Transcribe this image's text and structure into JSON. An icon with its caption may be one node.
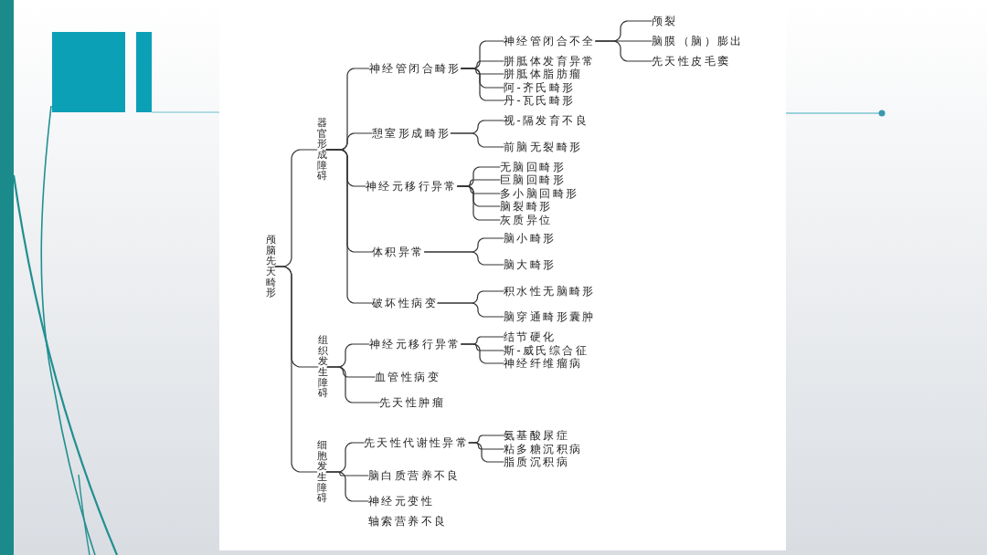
{
  "diagram": {
    "nodes": [
      {
        "text": [
          "颅脑先天畸形"
        ]
      },
      {
        "text": [
          "器官形成障碍"
        ]
      },
      {
        "text": [
          "神经管闭合畸形"
        ]
      },
      {
        "text": [
          "神经管闭合不全"
        ]
      },
      {
        "text": [
          "颅裂"
        ]
      },
      {
        "text": [
          "脑膜（脑）膨出"
        ]
      },
      {
        "text": [
          "先天性皮毛窦"
        ]
      },
      {
        "text": [
          "胼胝体发育异常"
        ]
      },
      {
        "text": [
          "胼胝体脂肪瘤"
        ]
      },
      {
        "text": [
          "阿-齐氏畸形"
        ]
      },
      {
        "text": [
          "丹-瓦氏畸形"
        ]
      },
      {
        "text": [
          "憩室形成畸形"
        ]
      },
      {
        "text": [
          "视-隔发育不良"
        ]
      },
      {
        "text": [
          "前脑无裂畸形"
        ]
      },
      {
        "text": [
          "神经元移行异常"
        ]
      },
      {
        "text": [
          "无脑回畸形"
        ]
      },
      {
        "text": [
          "巨脑回畸形"
        ]
      },
      {
        "text": [
          "多小脑回畸形"
        ]
      },
      {
        "text": [
          "脑裂畸形"
        ]
      },
      {
        "text": [
          "灰质异位"
        ]
      },
      {
        "text": [
          "体积异常"
        ]
      },
      {
        "text": [
          "脑小畸形"
        ]
      },
      {
        "text": [
          "脑大畸形"
        ]
      },
      {
        "text": [
          "破坏性病变"
        ]
      },
      {
        "text": [
          "积水性无脑畸形"
        ]
      },
      {
        "text": [
          "脑穿通畸形囊肿"
        ]
      },
      {
        "text": [
          "组织发生障碍"
        ]
      },
      {
        "text": [
          "神经元移行异常"
        ]
      },
      {
        "text": [
          "结节硬化"
        ]
      },
      {
        "text": [
          "斯-威氏综合征"
        ]
      },
      {
        "text": [
          "神经纤维瘤病"
        ]
      },
      {
        "text": [
          "血管性病变"
        ]
      },
      {
        "text": [
          "先天性肿瘤"
        ]
      },
      {
        "text": [
          "细胞发生障碍"
        ]
      },
      {
        "text": [
          "先天性代谢性异常"
        ]
      },
      {
        "text": [
          "氨基酸尿症"
        ]
      },
      {
        "text": [
          "粘多糖沉积病"
        ]
      },
      {
        "text": [
          "脂质沉积病"
        ]
      },
      {
        "text": [
          "脑白质营养不良"
        ]
      },
      {
        "text": [
          "神经元变性"
        ]
      }
    ],
    "edges": [
      {
        "from": 0,
        "to": 1,
        "arrow": "none"
      },
      {
        "from": 0,
        "to": 26,
        "arrow": "none"
      },
      {
        "from": 0,
        "to": 33,
        "arrow": "none"
      },
      {
        "from": 1,
        "to": 2,
        "arrow": "none"
      },
      {
        "from": 1,
        "to": 11,
        "arrow": "none"
      },
      {
        "from": 1,
        "to": 14,
        "arrow": "none"
      },
      {
        "from": 1,
        "to": 20,
        "arrow": "none"
      },
      {
        "from": 1,
        "to": 23,
        "arrow": "none"
      },
      {
        "from": 2,
        "to": 3,
        "arrow": "none"
      },
      {
        "from": 2,
        "to": 7,
        "arrow": "none"
      },
      {
        "from": 2,
        "to": 8,
        "arrow": "none"
      },
      {
        "from": 2,
        "to": 9,
        "arrow": "none"
      },
      {
        "from": 2,
        "to": 10,
        "arrow": "none"
      },
      {
        "from": 3,
        "to": 4,
        "arrow": "none"
      },
      {
        "from": 3,
        "to": 5,
        "arrow": "none"
      },
      {
        "from": 3,
        "to": 6,
        "arrow": "none"
      },
      {
        "from": 11,
        "to": 12,
        "arrow": "none"
      },
      {
        "from": 11,
        "to": 13,
        "arrow": "none"
      },
      {
        "from": 14,
        "to": 15,
        "arrow": "none"
      },
      {
        "from": 14,
        "to": 16,
        "arrow": "none"
      },
      {
        "from": 14,
        "to": 17,
        "arrow": "none"
      },
      {
        "from": 14,
        "to": 18,
        "arrow": "none"
      },
      {
        "from": 14,
        "to": 19,
        "arrow": "none"
      },
      {
        "from": 20,
        "to": 21,
        "arrow": "none"
      },
      {
        "from": 20,
        "to": 22,
        "arrow": "none"
      },
      {
        "from": 23,
        "to": 24,
        "arrow": "none"
      },
      {
        "from": 23,
        "to": 25,
        "arrow": "none"
      },
      {
        "from": 26,
        "to": 27,
        "arrow": "none"
      },
      {
        "from": 26,
        "to": 31,
        "arrow": "none"
      },
      {
        "from": 26,
        "to": 32,
        "arrow": "none"
      },
      {
        "from": 27,
        "to": 28,
        "arrow": "none"
      },
      {
        "from": 27,
        "to": 29,
        "arrow": "none"
      },
      {
        "from": 27,
        "to": 30,
        "arrow": "none"
      },
      {
        "from": 33,
        "to": 34,
        "arrow": "none"
      },
      {
        "from": 33,
        "to": 38,
        "arrow": "none"
      },
      {
        "from": 33,
        "to": 39,
        "arrow": "none"
      },
      {
        "from": 34,
        "to": 35,
        "arrow": "none"
      },
      {
        "from": 34,
        "to": 36,
        "arrow": "none"
      },
      {
        "from": 34,
        "to": 37,
        "arrow": "none"
      }
    ],
    "labels": [
      "轴索营养不良"
    ]
  }
}
